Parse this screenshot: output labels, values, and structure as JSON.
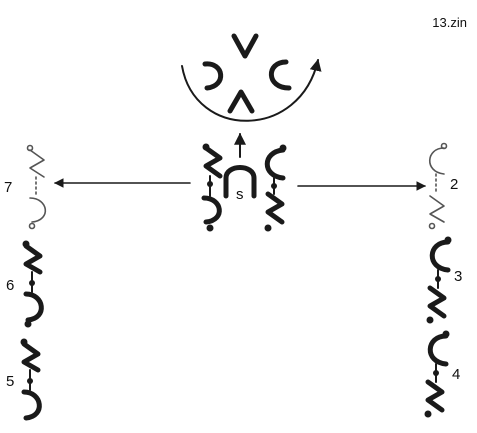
{
  "figure": {
    "label": "13.zin"
  },
  "center": {
    "label": "s"
  },
  "numbers": {
    "n2": "2",
    "n3": "3",
    "n4": "4",
    "n5": "5",
    "n6": "6",
    "n7": "7"
  },
  "colors": {
    "stroke": "#1a1a1a",
    "faint": "#555555",
    "background": "#ffffff"
  }
}
